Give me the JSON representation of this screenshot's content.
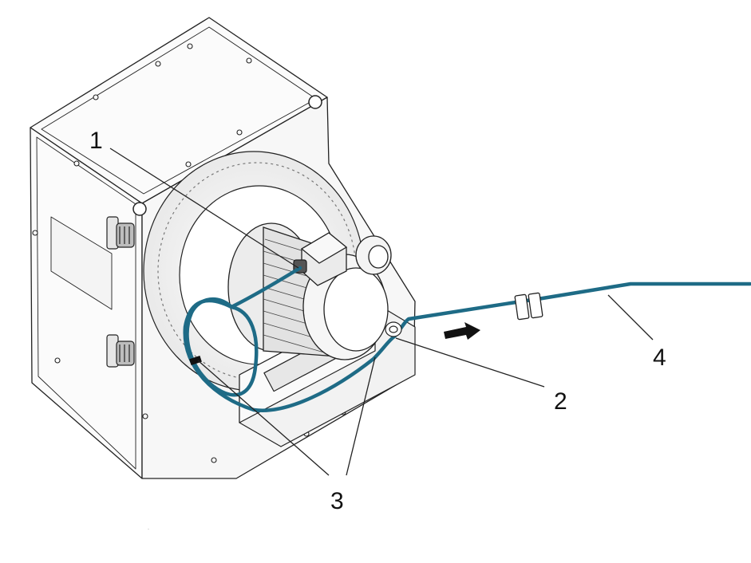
{
  "figure": {
    "callouts": [
      {
        "id": "1",
        "text": "1"
      },
      {
        "id": "2",
        "text": "2"
      },
      {
        "id": "3",
        "text": "3"
      },
      {
        "id": "4",
        "text": "4"
      }
    ],
    "stray_mark": "·",
    "cable_color": "#1e6b86",
    "line_color": "#222222",
    "arrow_direction": "right"
  }
}
